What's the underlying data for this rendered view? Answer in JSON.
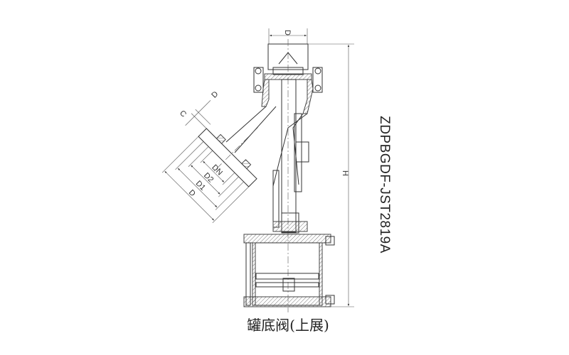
{
  "drawing": {
    "model_code": "ZDPBGDF-JST2819A",
    "caption": "罐底阀(上展)",
    "dimension_labels": {
      "top_width": "D",
      "height": "H",
      "branch_thickness": "D",
      "branch_c": "C",
      "dn": "DN",
      "d2": "D2",
      "d1": "D1",
      "d": "D"
    }
  }
}
